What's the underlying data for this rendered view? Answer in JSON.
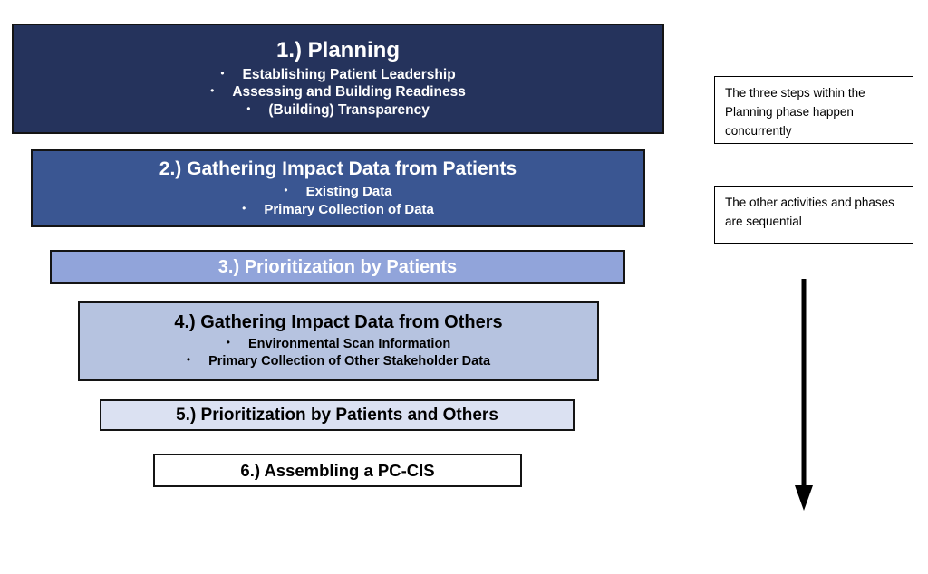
{
  "diagram": {
    "type": "flow-stack",
    "title_visible": false,
    "colors": {
      "box1_fill": "#25335c",
      "box2_fill": "#3a5692",
      "box3_fill": "#91a4da",
      "box4_fill": "#b6c3e0",
      "box5_fill": "#dbe1f2",
      "box6_fill": "#ffffff",
      "border": "#141414",
      "arrow": "#000000",
      "light_text": "#ffffff",
      "dark_text": "#000000"
    },
    "phases": [
      {
        "number": "1.)",
        "title": "1.) Planning",
        "bullets": [
          "Establishing Patient Leadership",
          "Assessing and Building Readiness",
          "(Building) Transparency"
        ]
      },
      {
        "number": "2.)",
        "title": "2.) Gathering Impact Data from Patients",
        "bullets": [
          "Existing Data",
          "Primary Collection of Data"
        ]
      },
      {
        "number": "3.)",
        "title": "3.) Prioritization by Patients",
        "bullets": []
      },
      {
        "number": "4.)",
        "title": "4.) Gathering Impact Data from Others",
        "bullets": [
          "Environmental Scan Information",
          "Primary Collection of Other Stakeholder Data"
        ]
      },
      {
        "number": "5.)",
        "title": "5.) Prioritization by Patients and Others",
        "bullets": []
      },
      {
        "number": "6.)",
        "title": "6.) Assembling a PC-CIS",
        "bullets": []
      }
    ],
    "callouts": [
      {
        "text": "The three steps within the Planning phase happen concurrently"
      },
      {
        "text": "The other activities and phases are sequential"
      }
    ],
    "arrow": {
      "name": "downward-sequence-arrow",
      "direction": "down"
    },
    "bullet_glyph": "•"
  }
}
